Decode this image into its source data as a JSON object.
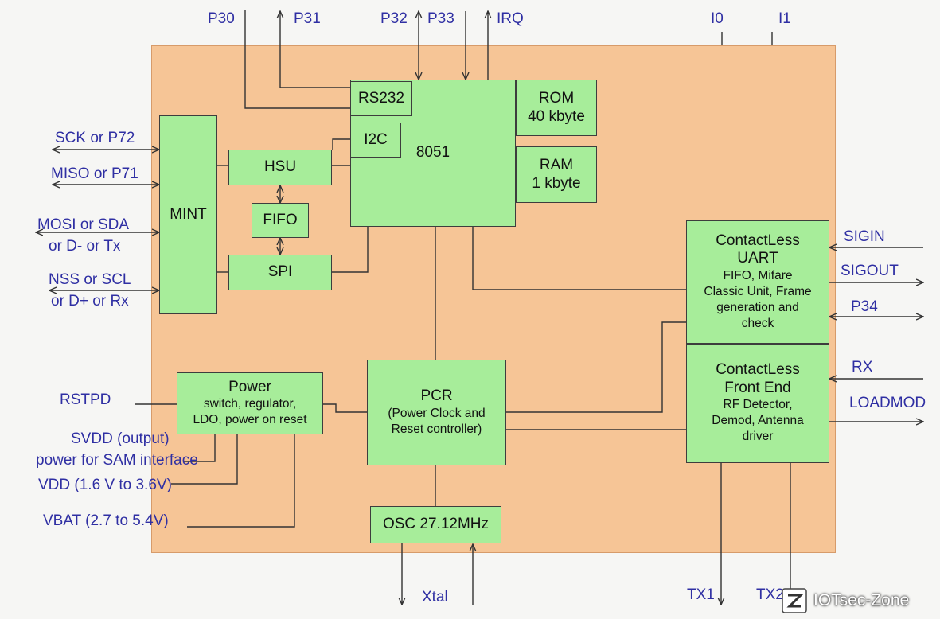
{
  "blocks": {
    "rs232": "RS232",
    "i2c": "I2C",
    "cpu": "8051",
    "rom": {
      "line1": "ROM",
      "line2": "40 kbyte"
    },
    "ram": {
      "line1": "RAM",
      "line2": "1 kbyte"
    },
    "mint": "MINT",
    "hsu": "HSU",
    "fifo": "FIFO",
    "spi": "SPI",
    "cl_uart": {
      "title1": "ContactLess",
      "title2": "UART",
      "desc": [
        "FIFO, Mifare",
        "Classic Unit, Frame",
        "generation and",
        "check"
      ]
    },
    "cl_frontend": {
      "title1": "ContactLess",
      "title2": "Front End",
      "desc": [
        "RF Detector,",
        "Demod, Antenna",
        "driver"
      ]
    },
    "power": {
      "title": "Power",
      "desc": [
        "switch, regulator,",
        "LDO, power on reset"
      ]
    },
    "pcr": {
      "title": "PCR",
      "desc": [
        "(Power Clock and",
        "Reset controller)"
      ]
    },
    "osc": "OSC 27.12MHz"
  },
  "pins": {
    "p30": "P30",
    "p31": "P31",
    "p32": "P32",
    "p33": "P33",
    "irq": "IRQ",
    "i0": "I0",
    "i1": "I1",
    "sck": "SCK or P72",
    "miso": "MISO or P71",
    "mosi": [
      "MOSI or SDA",
      "or D- or Tx"
    ],
    "nss": [
      "NSS or SCL",
      "or D+ or Rx"
    ],
    "rstpd": "RSTPD",
    "svdd": [
      "SVDD (output)",
      "power for SAM interface"
    ],
    "vdd": "VDD (1.6 V to 3.6V)",
    "vbat": "VBAT (2.7 to 5.4V)",
    "sigin": "SIGIN",
    "sigout": "SIGOUT",
    "p34": "P34",
    "rx": "RX",
    "loadmod": "LOADMOD",
    "xtal": "Xtal",
    "tx1": "TX1",
    "tx2": "TX2"
  },
  "watermark": {
    "text": "IOTsec-Zone",
    "icon": "zone-logo-icon"
  },
  "colors": {
    "chip": "#f6c596",
    "block": "#a7ed9a",
    "pin_label": "#2f2fa3",
    "wire": "#333333"
  }
}
